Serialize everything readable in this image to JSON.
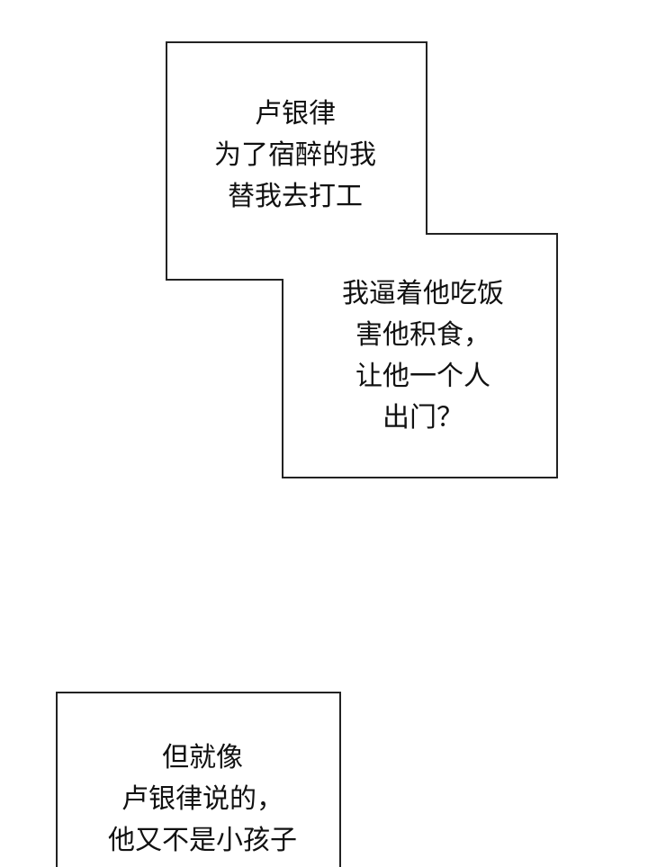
{
  "colors": {
    "background": "#ffffff",
    "border": "#222222",
    "text": "#111111"
  },
  "narration_box_1": {
    "lines": [
      "卢银律",
      "为了宿醉的我",
      "替我去打工"
    ]
  },
  "narration_box_2": {
    "lines": [
      "我逼着他吃饭",
      "害他积食，",
      "让他一个人",
      "出门？"
    ]
  },
  "narration_box_3": {
    "lines": [
      "但就像",
      "卢银律说的，",
      "他又不是小孩子"
    ]
  }
}
